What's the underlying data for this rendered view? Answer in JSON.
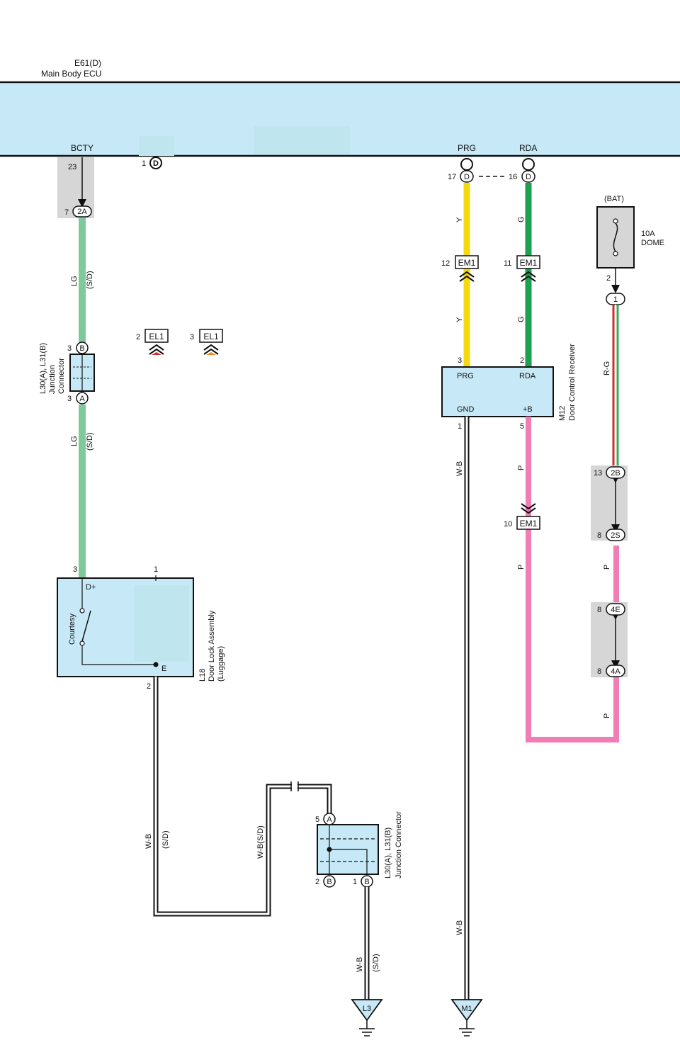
{
  "ecu": {
    "code": "E61(D)",
    "name": "Main Body ECU",
    "pin_bcty": "BCTY",
    "pin_prg": "PRG",
    "pin_rda": "RDA"
  },
  "ecu_pins": {
    "bcty_no": "23",
    "extra_no": "1",
    "extra_conn": "D",
    "prg_no": "17",
    "prg_conn": "D",
    "rda_no": "16",
    "rda_conn": "D"
  },
  "left_circuit": {
    "conn_2a_no": "7",
    "conn_2a": "2A",
    "wire_lg": "LG",
    "wire_sd": "(S/D)",
    "jc_b_no": "3",
    "jc_b": "B",
    "jc_a_no": "3",
    "jc_a": "A",
    "jc_label_1": "L30(A), L31(B)",
    "jc_label_2": "Junction",
    "jc_label_3": "Connector"
  },
  "el1_connectors": [
    {
      "pin": "2",
      "name": "EL1"
    },
    {
      "pin": "3",
      "name": "EL1"
    }
  ],
  "door_lock": {
    "pin3": "3",
    "pin1": "1",
    "pin2": "2",
    "d_plus": "D+",
    "e": "E",
    "courtesy": "Courtesy",
    "code": "L18",
    "name": "Door Lock Assembly",
    "sub": "(Luggage)"
  },
  "ground_circuit": {
    "wire_wb": "W-B",
    "wire_sd": "(S/D)",
    "wire_wbsd": "W-B(S/D)",
    "jc_a_no": "5",
    "jc_a": "A",
    "jc_b1_no": "2",
    "jc_b1": "B",
    "jc_b2_no": "1",
    "jc_b2": "B",
    "jc_label_1": "L30(A), L31(B)",
    "jc_label_2": "Junction Connector",
    "ground_l3": "L3",
    "ground_m1": "M1"
  },
  "receiver": {
    "prg": "PRG",
    "rda": "RDA",
    "gnd": "GND",
    "plus_b": "+B",
    "pin3": "3",
    "pin2": "2",
    "pin1": "1",
    "pin5": "5",
    "code": "M12",
    "name": "Door Control Receiver"
  },
  "em1": [
    {
      "pin": "12",
      "name": "EM1"
    },
    {
      "pin": "11",
      "name": "EM1"
    },
    {
      "pin": "10",
      "name": "EM1"
    }
  ],
  "wires": {
    "y": "Y",
    "g": "G",
    "p": "P",
    "wb": "W-B",
    "rg": "R-G"
  },
  "fuse": {
    "bat": "(BAT)",
    "rating": "10A",
    "name": "DOME",
    "pin2": "2",
    "conn1": "1"
  },
  "right_connectors": [
    {
      "no": "13",
      "name": "2B"
    },
    {
      "no": "8",
      "name": "2S"
    },
    {
      "no": "8",
      "name": "4E"
    },
    {
      "no": "8",
      "name": "4A"
    }
  ],
  "colors": {
    "ecu_fill": "#c7e9f7",
    "lg": "#80c99a",
    "y": "#f5d90f",
    "g": "#1aa24e",
    "p": "#f07db3",
    "rg_red": "#d62b2b",
    "rg_green": "#3aa855",
    "shade": "#d6d6d6"
  }
}
